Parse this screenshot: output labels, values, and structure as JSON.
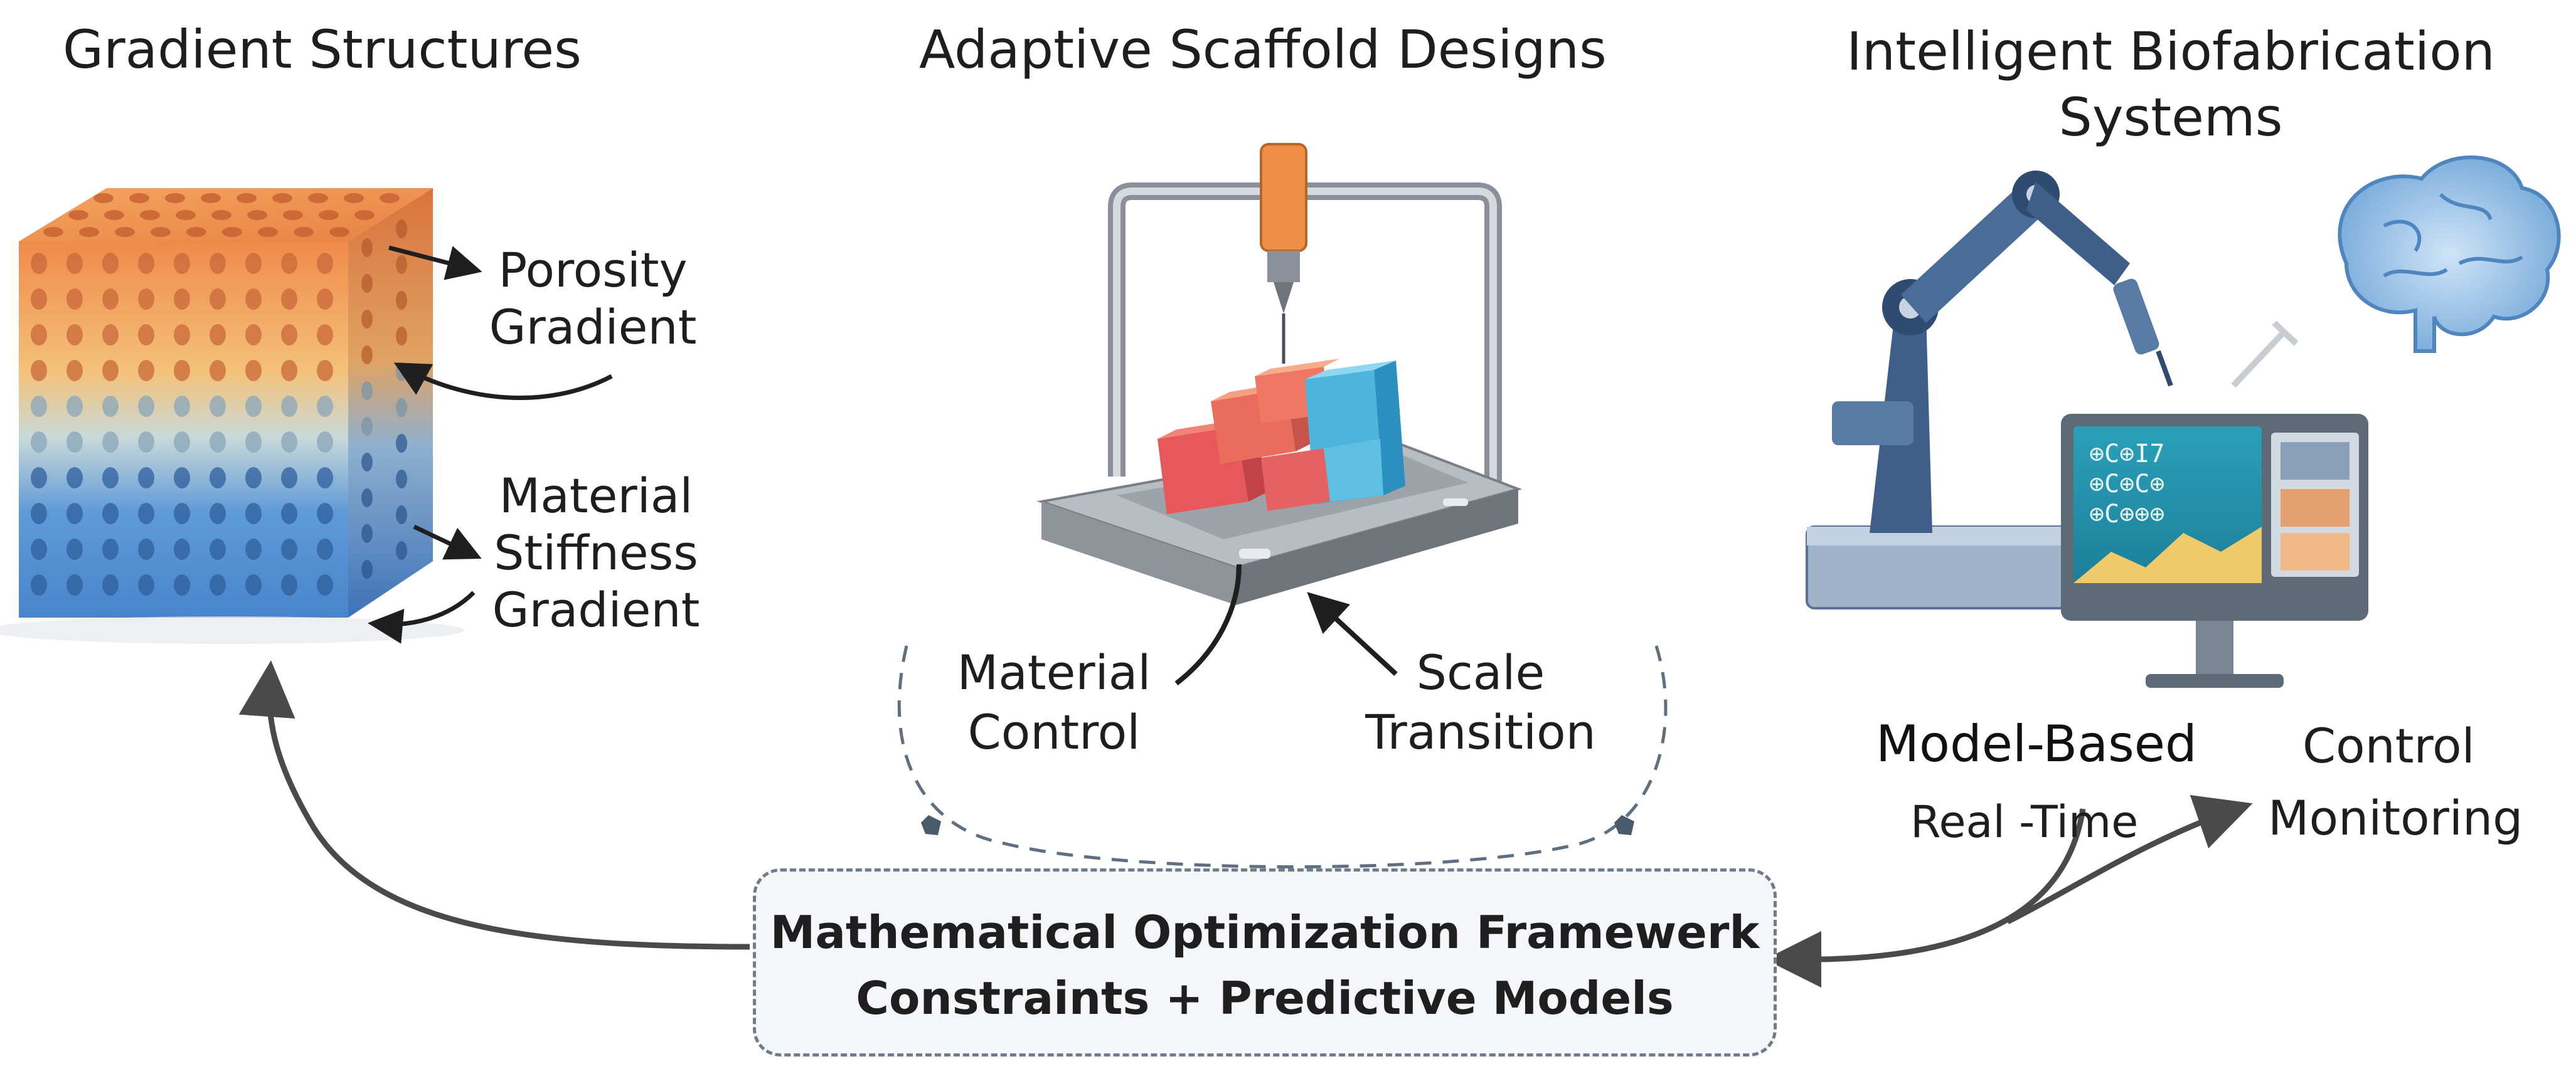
{
  "sections": {
    "gradient_structures": {
      "title": "Gradient Structures",
      "porosity": [
        "Porosity",
        "Gradient"
      ],
      "stiffness": [
        "Material",
        "Stiffness",
        "Gradient"
      ]
    },
    "adaptive_scaffold": {
      "title": "Adaptive Scaffold Designs",
      "material_control": [
        "Material",
        "Control"
      ],
      "scale_transition": [
        "Scale",
        "Transition"
      ]
    },
    "intelligent_biofabrication": {
      "title": [
        "Intelligent Biofabrication",
        "Systems"
      ],
      "model_based": "Model-Based",
      "real_time": "Real -Time",
      "control": "Control",
      "monitoring": "Monitoring",
      "screen_text": [
        "⊕C⊕I7",
        "⊕C⊕C⊕",
        "⊕C⊕⊕⊕"
      ]
    }
  },
  "framework": {
    "line1": "Mathematical Optimization Framewerk",
    "line2": "Constraints + Predictive Models"
  },
  "colors": {
    "cube_top": "#f0894a",
    "cube_mid": "#f0d58c",
    "cube_bottom": "#4a87cc",
    "arrow": "#4a4a4a",
    "dashed": "#5e6f82",
    "robot": "#3f5f8a",
    "brain": "#7ab0de"
  }
}
